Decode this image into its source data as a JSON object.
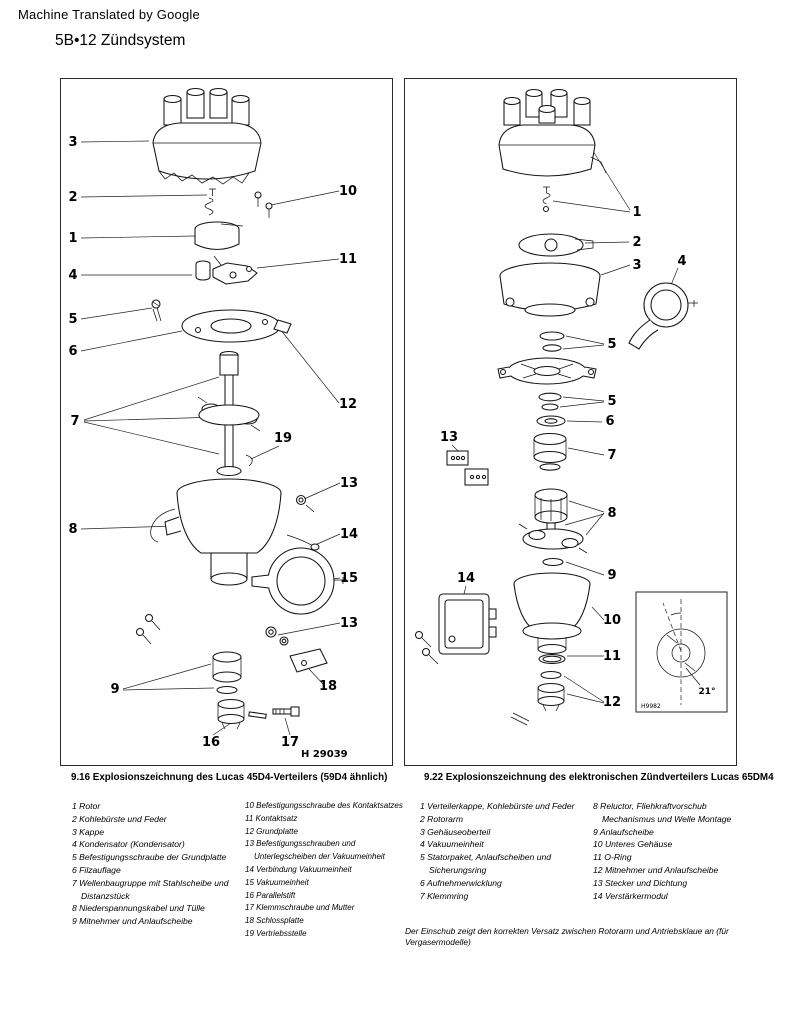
{
  "page": {
    "translator_note": "Machine Translated by Google",
    "header": "5B•12 Zündsystem"
  },
  "fig_left": {
    "caption": "9.16 Explosionszeichnung des Lucas 45D4-Verteilers (59D4 ähnlich)",
    "drawing_code": "H 29039",
    "callouts": [
      "3",
      "2",
      "10",
      "1",
      "4",
      "11",
      "5",
      "6",
      "12",
      "7",
      "19",
      "13",
      "8",
      "14",
      "15",
      "13",
      "18",
      "9",
      "16",
      "17"
    ],
    "parts_col1": [
      "1 Rotor",
      "2 Kohlebürste und Feder",
      "3 Kappe",
      "4 Kondensator (Kondensator)",
      "5 Befestigungsschraube der Grundplatte",
      "6 Filzauflage",
      "7 Wellenbaugruppe mit Stahlscheibe und Distanzstück",
      "8 Niederspannungskabel und Tülle",
      "9 Mitnehmer und Anlaufscheibe"
    ],
    "parts_col2": [
      "10 Befestigungsschraube des Kontaktsatzes",
      "11 Kontaktsatz",
      "12 Grundplatte",
      "13 Befestigungsschrauben und Unterlegscheiben der Vakuumeinheit",
      "14 Verbindung Vakuumeinheit",
      "15 Vakuumeinheit",
      "16 Parallelstift",
      "17 Klemmschraube und Mutter",
      "18 Schlossplatte",
      "19 Vertriebsstelle"
    ]
  },
  "fig_right": {
    "caption": "9.22 Explosionszeichnung des elektronischen Zündverteilers Lucas 65DM4",
    "inset_angle": "21°",
    "inset_code": "H9982",
    "callouts": [
      "1",
      "2",
      "3",
      "4",
      "5",
      "5",
      "6",
      "7",
      "13",
      "8",
      "9",
      "14",
      "10",
      "11",
      "12"
    ],
    "parts_col1": [
      "1 Verteilerkappe, Kohlebürste und Feder",
      "2 Rotorarm",
      "3 Gehäuseoberteil",
      "4 Vakuumeinheit",
      "5 Statorpaket, Anlaufscheiben und Sicherungsring",
      "6 Aufnehmerwicklung",
      "7 Klemmring"
    ],
    "parts_col2": [
      "8 Reluctor, Fliehkraftvorschub Mechanismus und Welle Montage",
      "9 Anlaufscheibe",
      "10 Unteres Gehäuse",
      "11 O-Ring",
      "12 Mitnehmer und Anlaufscheibe",
      "13 Stecker und Dichtung",
      "14 Verstärkermodul"
    ]
  },
  "footnote": "Der Einschub zeigt den korrekten Versatz zwischen Rotorarm und Antriebsklaue an (für Vergasermodelle)"
}
